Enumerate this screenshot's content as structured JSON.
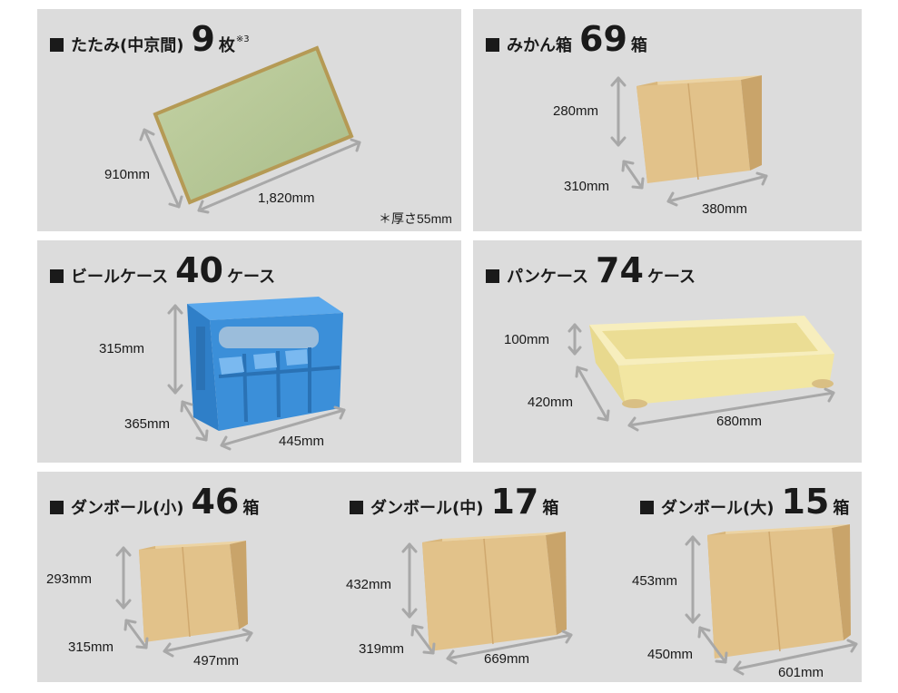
{
  "tatami": {
    "name": "たたみ(中京間)",
    "count": "9",
    "unit": "枚",
    "note_mark": "※3",
    "width": "910mm",
    "length": "1,820mm",
    "thickness_note": "＊厚さ55mm"
  },
  "mikan": {
    "name": "みかん箱",
    "count": "69",
    "unit": "箱",
    "height": "280mm",
    "depth": "310mm",
    "width": "380mm"
  },
  "beer": {
    "name": "ビールケース",
    "count": "40",
    "unit": "ケース",
    "height": "315mm",
    "depth": "365mm",
    "width": "445mm"
  },
  "bread": {
    "name": "パンケース",
    "count": "74",
    "unit": "ケース",
    "height": "100mm",
    "depth": "420mm",
    "width": "680mm"
  },
  "box_small": {
    "name": "ダンボール(小)",
    "count": "46",
    "unit": "箱",
    "height": "293mm",
    "depth": "315mm",
    "width": "497mm"
  },
  "box_medium": {
    "name": "ダンボール(中)",
    "count": "17",
    "unit": "箱",
    "height": "432mm",
    "depth": "319mm",
    "width": "669mm"
  },
  "box_large": {
    "name": "ダンボール(大)",
    "count": "15",
    "unit": "箱",
    "height": "453mm",
    "depth": "450mm",
    "width": "601mm"
  },
  "colors": {
    "card_bg": "#dcdcdc",
    "arrow": "#a8a8a8",
    "cardboard": "#e2c28a",
    "tatami": "#b9c99a",
    "crate": "#3b8fd9",
    "bread_tray": "#f2e6a2"
  }
}
